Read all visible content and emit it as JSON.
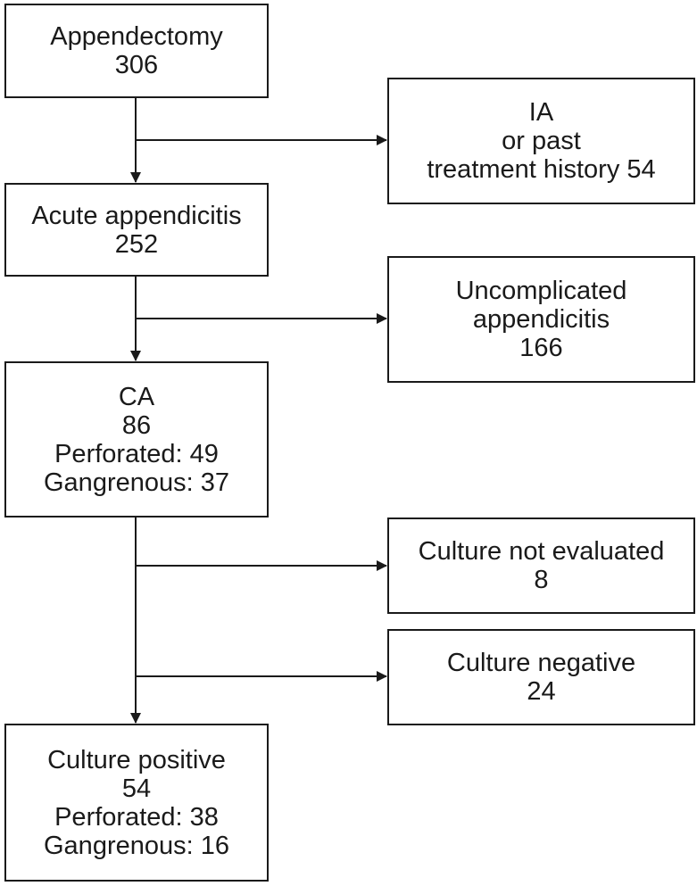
{
  "flowchart": {
    "appendectomy": {
      "lines": [
        "Appendectomy",
        "306"
      ]
    },
    "excluded_ia": {
      "lines": [
        "IA",
        "or past",
        "treatment history 54"
      ]
    },
    "acute_appendicitis": {
      "lines": [
        "Acute appendicitis",
        "252"
      ]
    },
    "uncomplicated": {
      "lines": [
        "Uncomplicated",
        "appendicitis",
        "166"
      ]
    },
    "complicated": {
      "lines": [
        "CA",
        "86",
        "Perforated: 49",
        "Gangrenous: 37"
      ]
    },
    "culture_not_evaluated": {
      "lines": [
        "Culture not evaluated",
        "8"
      ]
    },
    "culture_negative": {
      "lines": [
        "Culture negative",
        "24"
      ]
    },
    "culture_positive": {
      "lines": [
        "Culture positive",
        "54",
        "Perforated: 38",
        "Gangrenous: 16"
      ]
    }
  }
}
